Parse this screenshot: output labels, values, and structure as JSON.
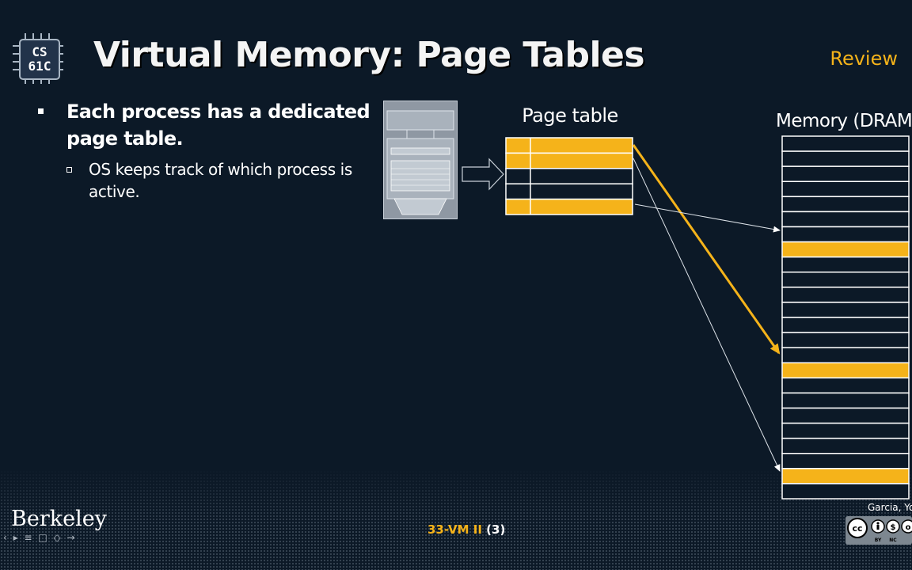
{
  "logo": {
    "line1": "CS",
    "line2": "61C"
  },
  "title": "Virtual Memory: Page Tables",
  "tag": "Review",
  "bullets": {
    "main": "Each process has a dedicated page table.",
    "sub": "OS keeps track of which process is active."
  },
  "diagram": {
    "page_table_label": "Page table",
    "memory_label": "Memory (DRAM)",
    "page_table_rows": 5,
    "page_table_highlight_rows": [
      0,
      1,
      4
    ],
    "memory_rows": 24,
    "memory_highlight_rows": [
      7,
      15,
      22
    ],
    "colors": {
      "highlight": "#f5b31a",
      "line": "#ffffff",
      "background": "#0c1927"
    }
  },
  "footer": {
    "institution": "Berkeley",
    "nav_icons": "‹ ▸ ≡ □ ◇ →",
    "lecture": "33-VM II",
    "slide_number": "(3)",
    "authors": "Garcia, Yo",
    "license_icons": [
      "cc-icon",
      "by-icon",
      "nc-icon",
      "sa-icon"
    ]
  }
}
